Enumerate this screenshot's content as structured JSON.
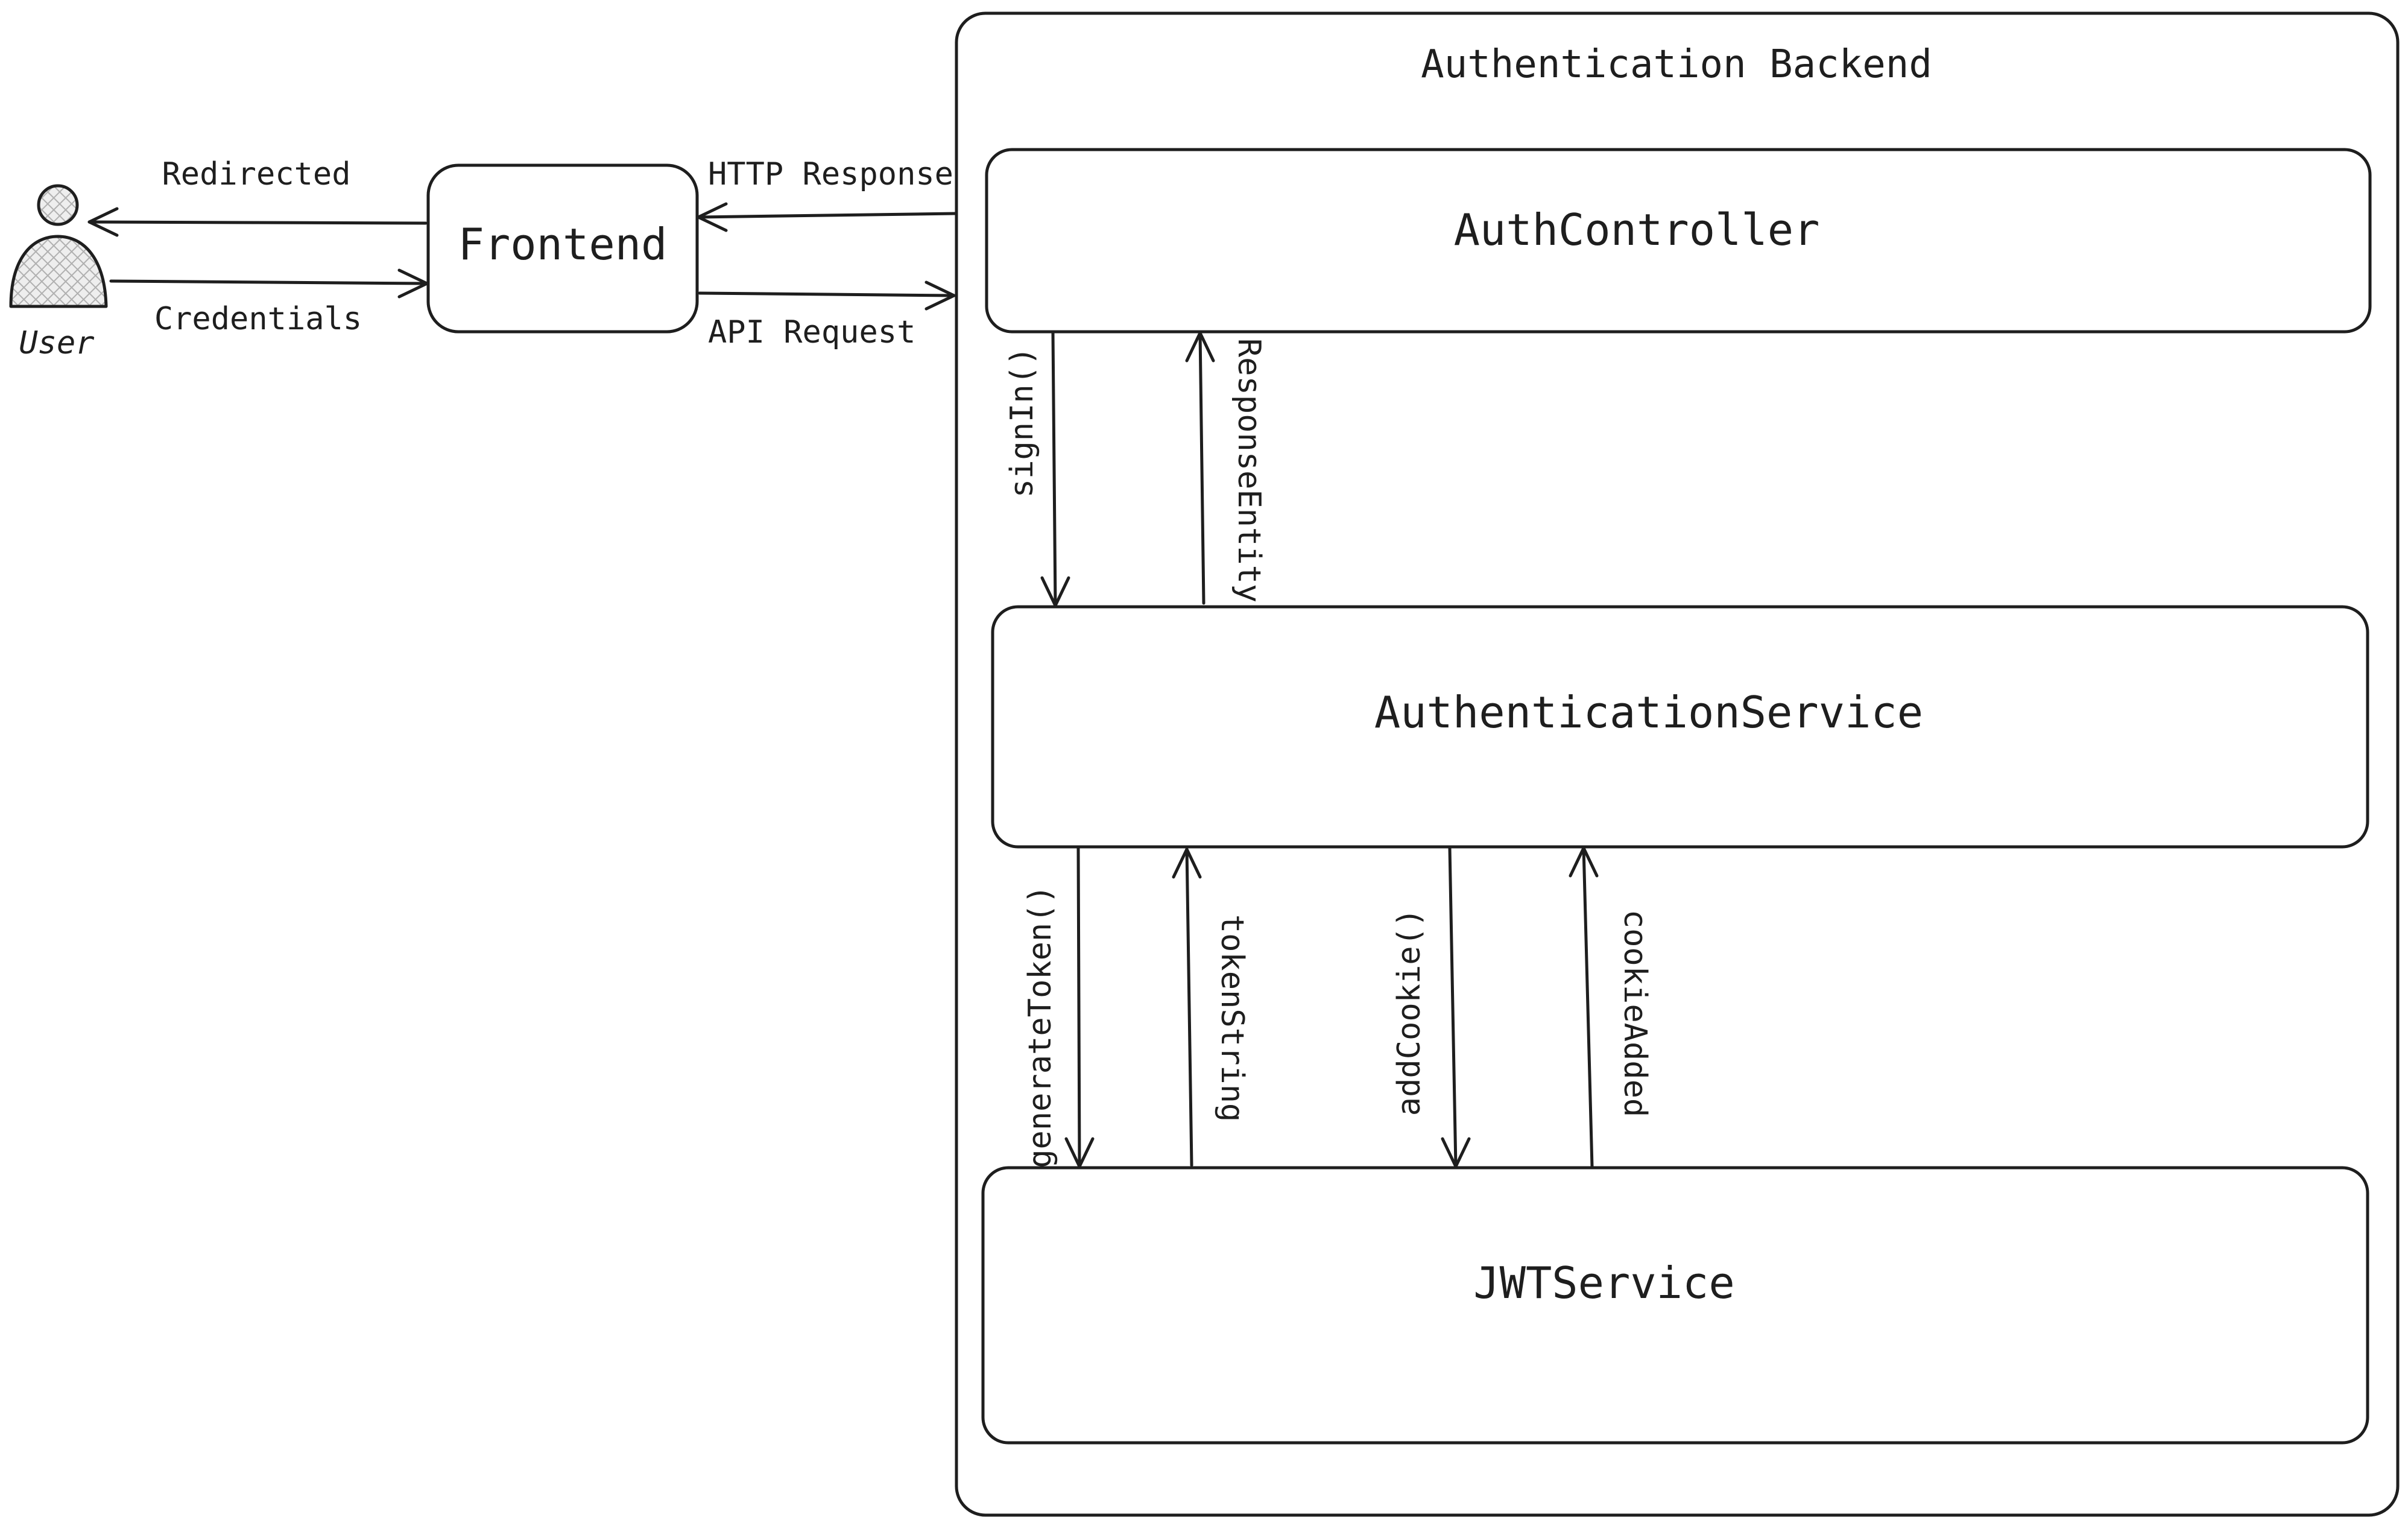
{
  "colors": {
    "stroke": "#1e1e1e",
    "background": "#ffffff",
    "user_fill": "#d9d9d9"
  },
  "actor": {
    "label": "User",
    "icon": "user-icon"
  },
  "frontend": {
    "label": "Frontend"
  },
  "backend": {
    "title": "Authentication Backend",
    "controller": "AuthController",
    "service": "AuthenticationService",
    "jwt": "JWTService"
  },
  "edges": {
    "redirected": "Redirected",
    "credentials": "Credentials",
    "http_response": "HTTP Response",
    "api_request": "API Request",
    "sign_in": "signIn()",
    "response_entity": "ResponseEntity",
    "generate_token": "generateToken()",
    "token_string": "tokenString",
    "add_cookie": "addCookie()",
    "cookie_added": "cookieAdded"
  }
}
